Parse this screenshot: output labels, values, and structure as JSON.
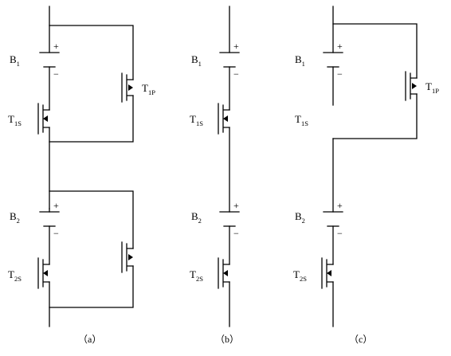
{
  "panels": [
    {
      "caption": "（a）",
      "battery_1": {
        "letter": "B",
        "sub": "1"
      },
      "battery_2": {
        "letter": "B",
        "sub": "2"
      },
      "t1s": {
        "letter": "T",
        "sub": "1S"
      },
      "t1p": {
        "letter": "T",
        "sub": "1P"
      },
      "t2s": {
        "letter": "T",
        "sub": "2S"
      }
    },
    {
      "caption": "（b）",
      "battery_1": {
        "letter": "B",
        "sub": "1"
      },
      "battery_2": {
        "letter": "B",
        "sub": "2"
      },
      "t1s": {
        "letter": "T",
        "sub": "1S"
      },
      "t2s": {
        "letter": "T",
        "sub": "2S"
      }
    },
    {
      "caption": "（c）",
      "battery_1": {
        "letter": "B",
        "sub": "1"
      },
      "battery_2": {
        "letter": "B",
        "sub": "2"
      },
      "t1s": {
        "letter": "T",
        "sub": "1S"
      },
      "t1p": {
        "letter": "T",
        "sub": "1P"
      },
      "t2s": {
        "letter": "T",
        "sub": "2S"
      }
    }
  ],
  "polarity": {
    "plus": "+",
    "minus": "−"
  }
}
